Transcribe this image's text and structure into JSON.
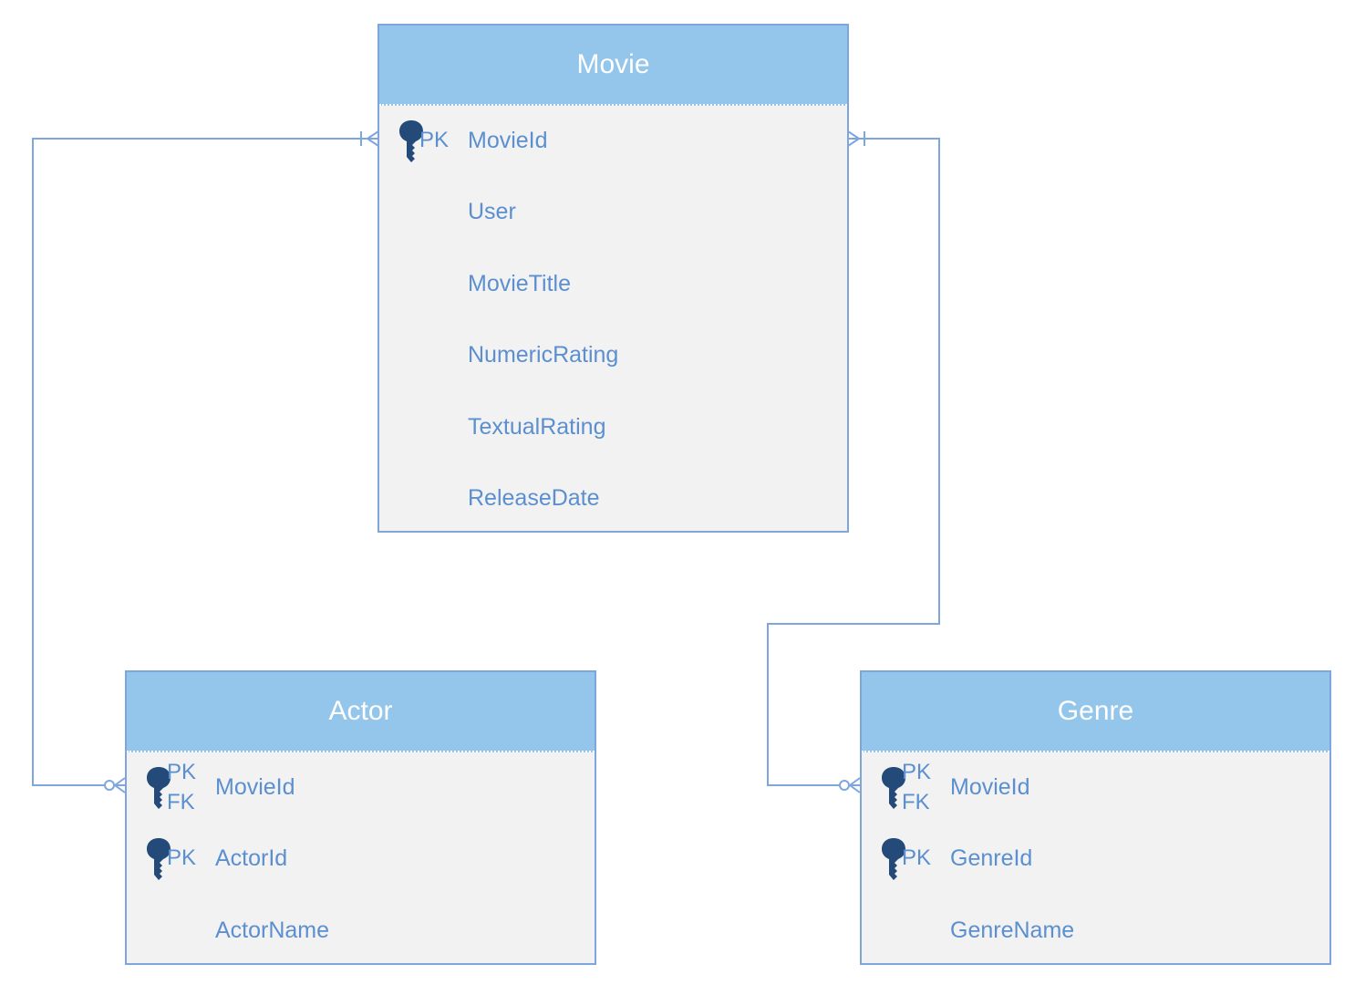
{
  "entities": {
    "movie": {
      "name": "Movie",
      "fields": [
        {
          "name": "MovieId",
          "keys": [
            "PK"
          ]
        },
        {
          "name": "User",
          "keys": []
        },
        {
          "name": "MovieTitle",
          "keys": []
        },
        {
          "name": "NumericRating",
          "keys": []
        },
        {
          "name": "TextualRating",
          "keys": []
        },
        {
          "name": "ReleaseDate",
          "keys": []
        }
      ]
    },
    "actor": {
      "name": "Actor",
      "fields": [
        {
          "name": "MovieId",
          "keys": [
            "PK",
            "FK"
          ]
        },
        {
          "name": "ActorId",
          "keys": [
            "PK"
          ]
        },
        {
          "name": "ActorName",
          "keys": []
        }
      ]
    },
    "genre": {
      "name": "Genre",
      "fields": [
        {
          "name": "MovieId",
          "keys": [
            "PK",
            "FK"
          ]
        },
        {
          "name": "GenreId",
          "keys": [
            "PK"
          ]
        },
        {
          "name": "GenreName",
          "keys": []
        }
      ]
    }
  },
  "colors": {
    "header": "#93c6ea",
    "body": "#f2f2f2",
    "border": "#7fa6dc",
    "text": "#5b8fd0",
    "key": "#234a78"
  },
  "icons": {
    "key": "key-icon"
  }
}
